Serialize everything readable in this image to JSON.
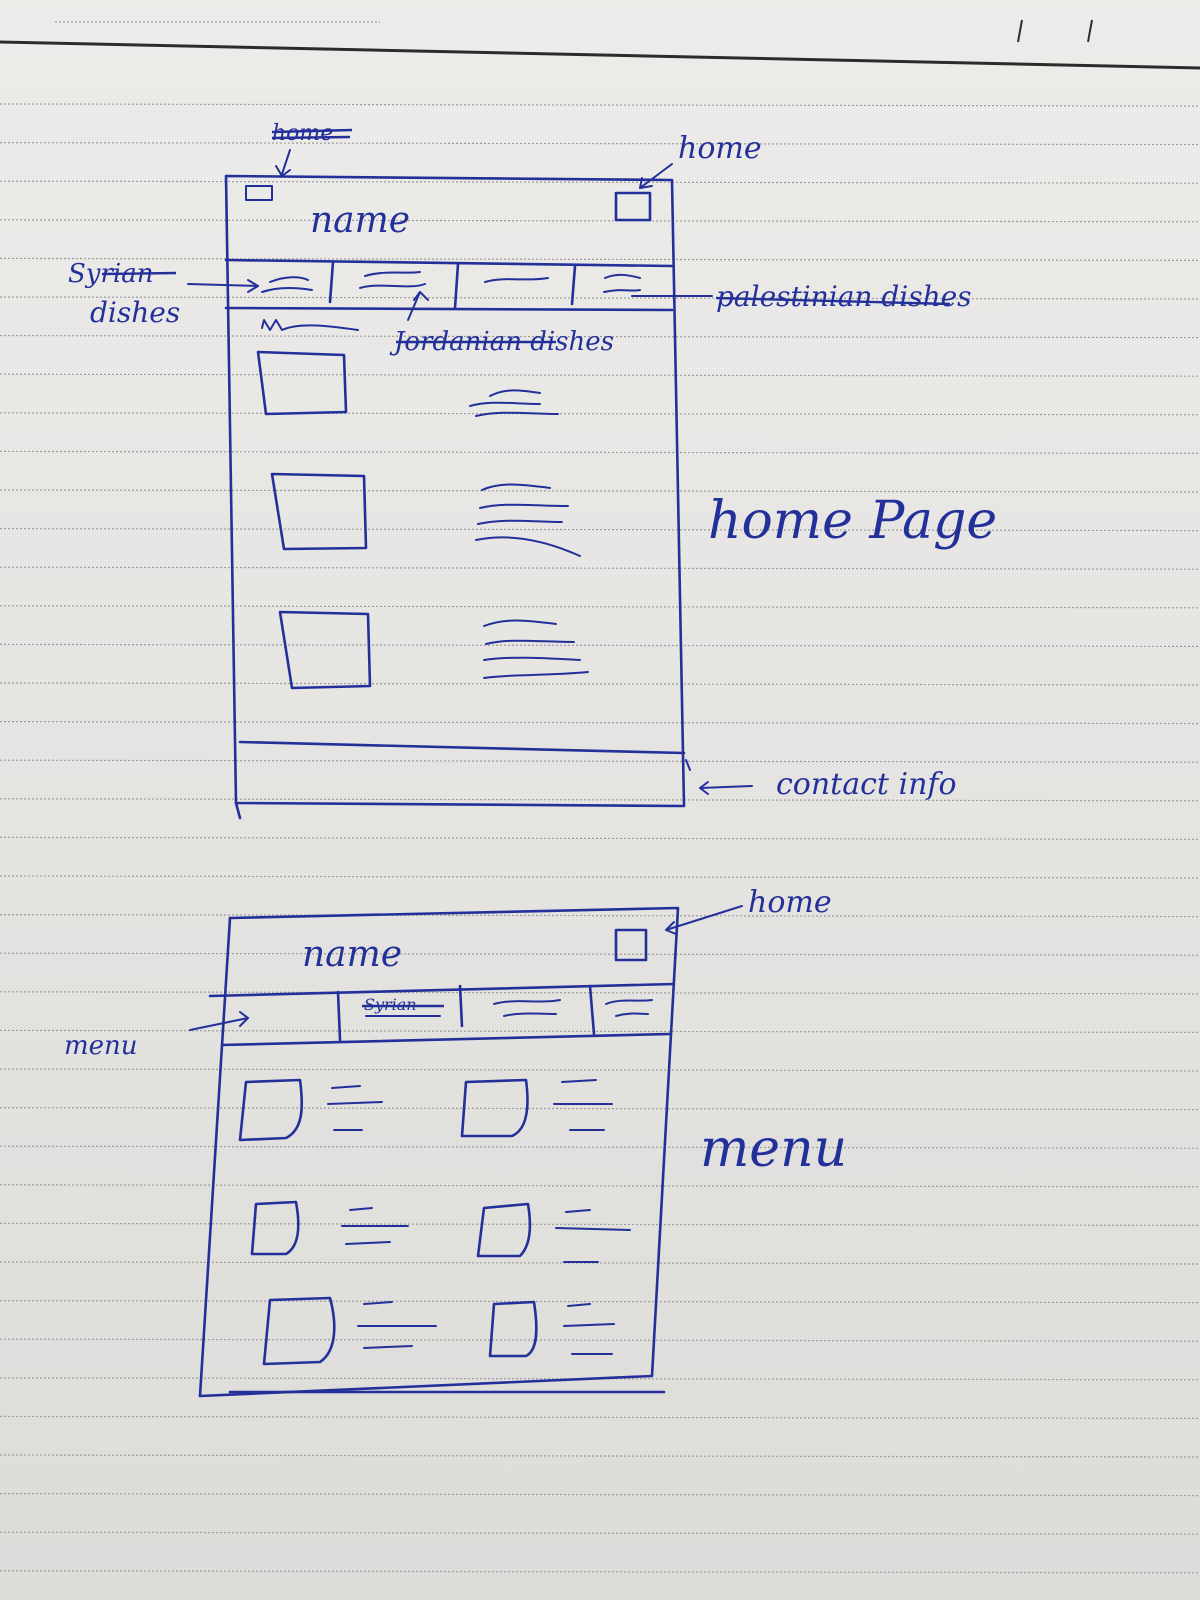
{
  "annotations": {
    "home_top": "home",
    "home_bottom": "home",
    "syrian_dishes_line1": "Syrian",
    "syrian_dishes_line2": "dishes",
    "palestinian_dishes": "palestinian dishes",
    "jordanian_dishes": "Jordanian dishes",
    "contact_info": "contact info",
    "home_page_caption": "home Page",
    "menu_left": "menu",
    "menu_caption": "menu",
    "crossed_top": "home"
  },
  "home_page": {
    "title": "name"
  },
  "menu_page": {
    "title": "name",
    "active_tab": "Syrian"
  },
  "colors": {
    "ink": "#23309a",
    "paper": "#e6e5e2"
  }
}
